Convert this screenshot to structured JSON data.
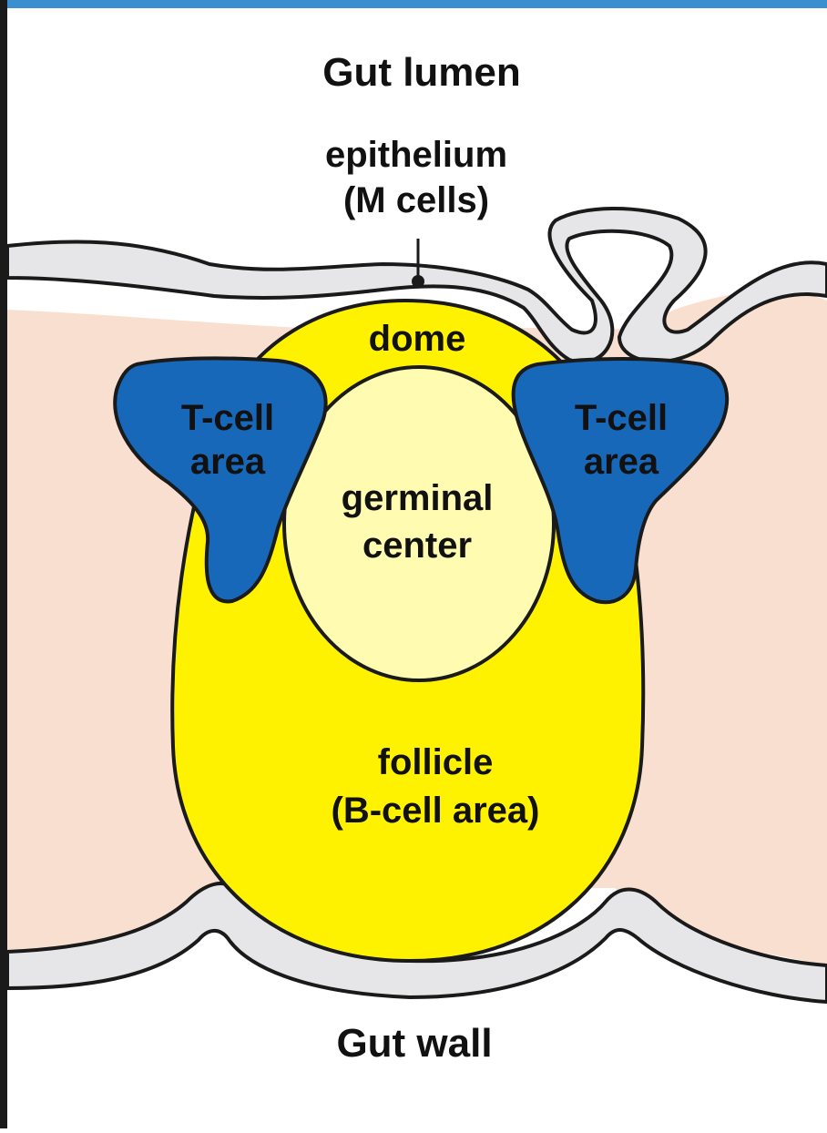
{
  "colors": {
    "frame_top": "#3a8fd0",
    "frame": "#1a1a1a",
    "tissue": "#f9dfd0",
    "epithelium": "#e6e6e8",
    "follicle": "#fff200",
    "germinal_center": "#fffbb0",
    "t_cell_area": "#1768b8",
    "outline": "#1a1a1a"
  },
  "labels": {
    "gut_lumen": "Gut lumen",
    "epithelium_line1": "epithelium",
    "epithelium_line2": "(M cells)",
    "dome": "dome",
    "t_cell_left_line1": "T-cell",
    "t_cell_left_line2": "area",
    "t_cell_right_line1": "T-cell",
    "t_cell_right_line2": "area",
    "germinal_line1": "germinal",
    "germinal_line2": "center",
    "follicle_line1": "follicle",
    "follicle_line2": "(B-cell area)",
    "gut_wall": "Gut wall"
  }
}
